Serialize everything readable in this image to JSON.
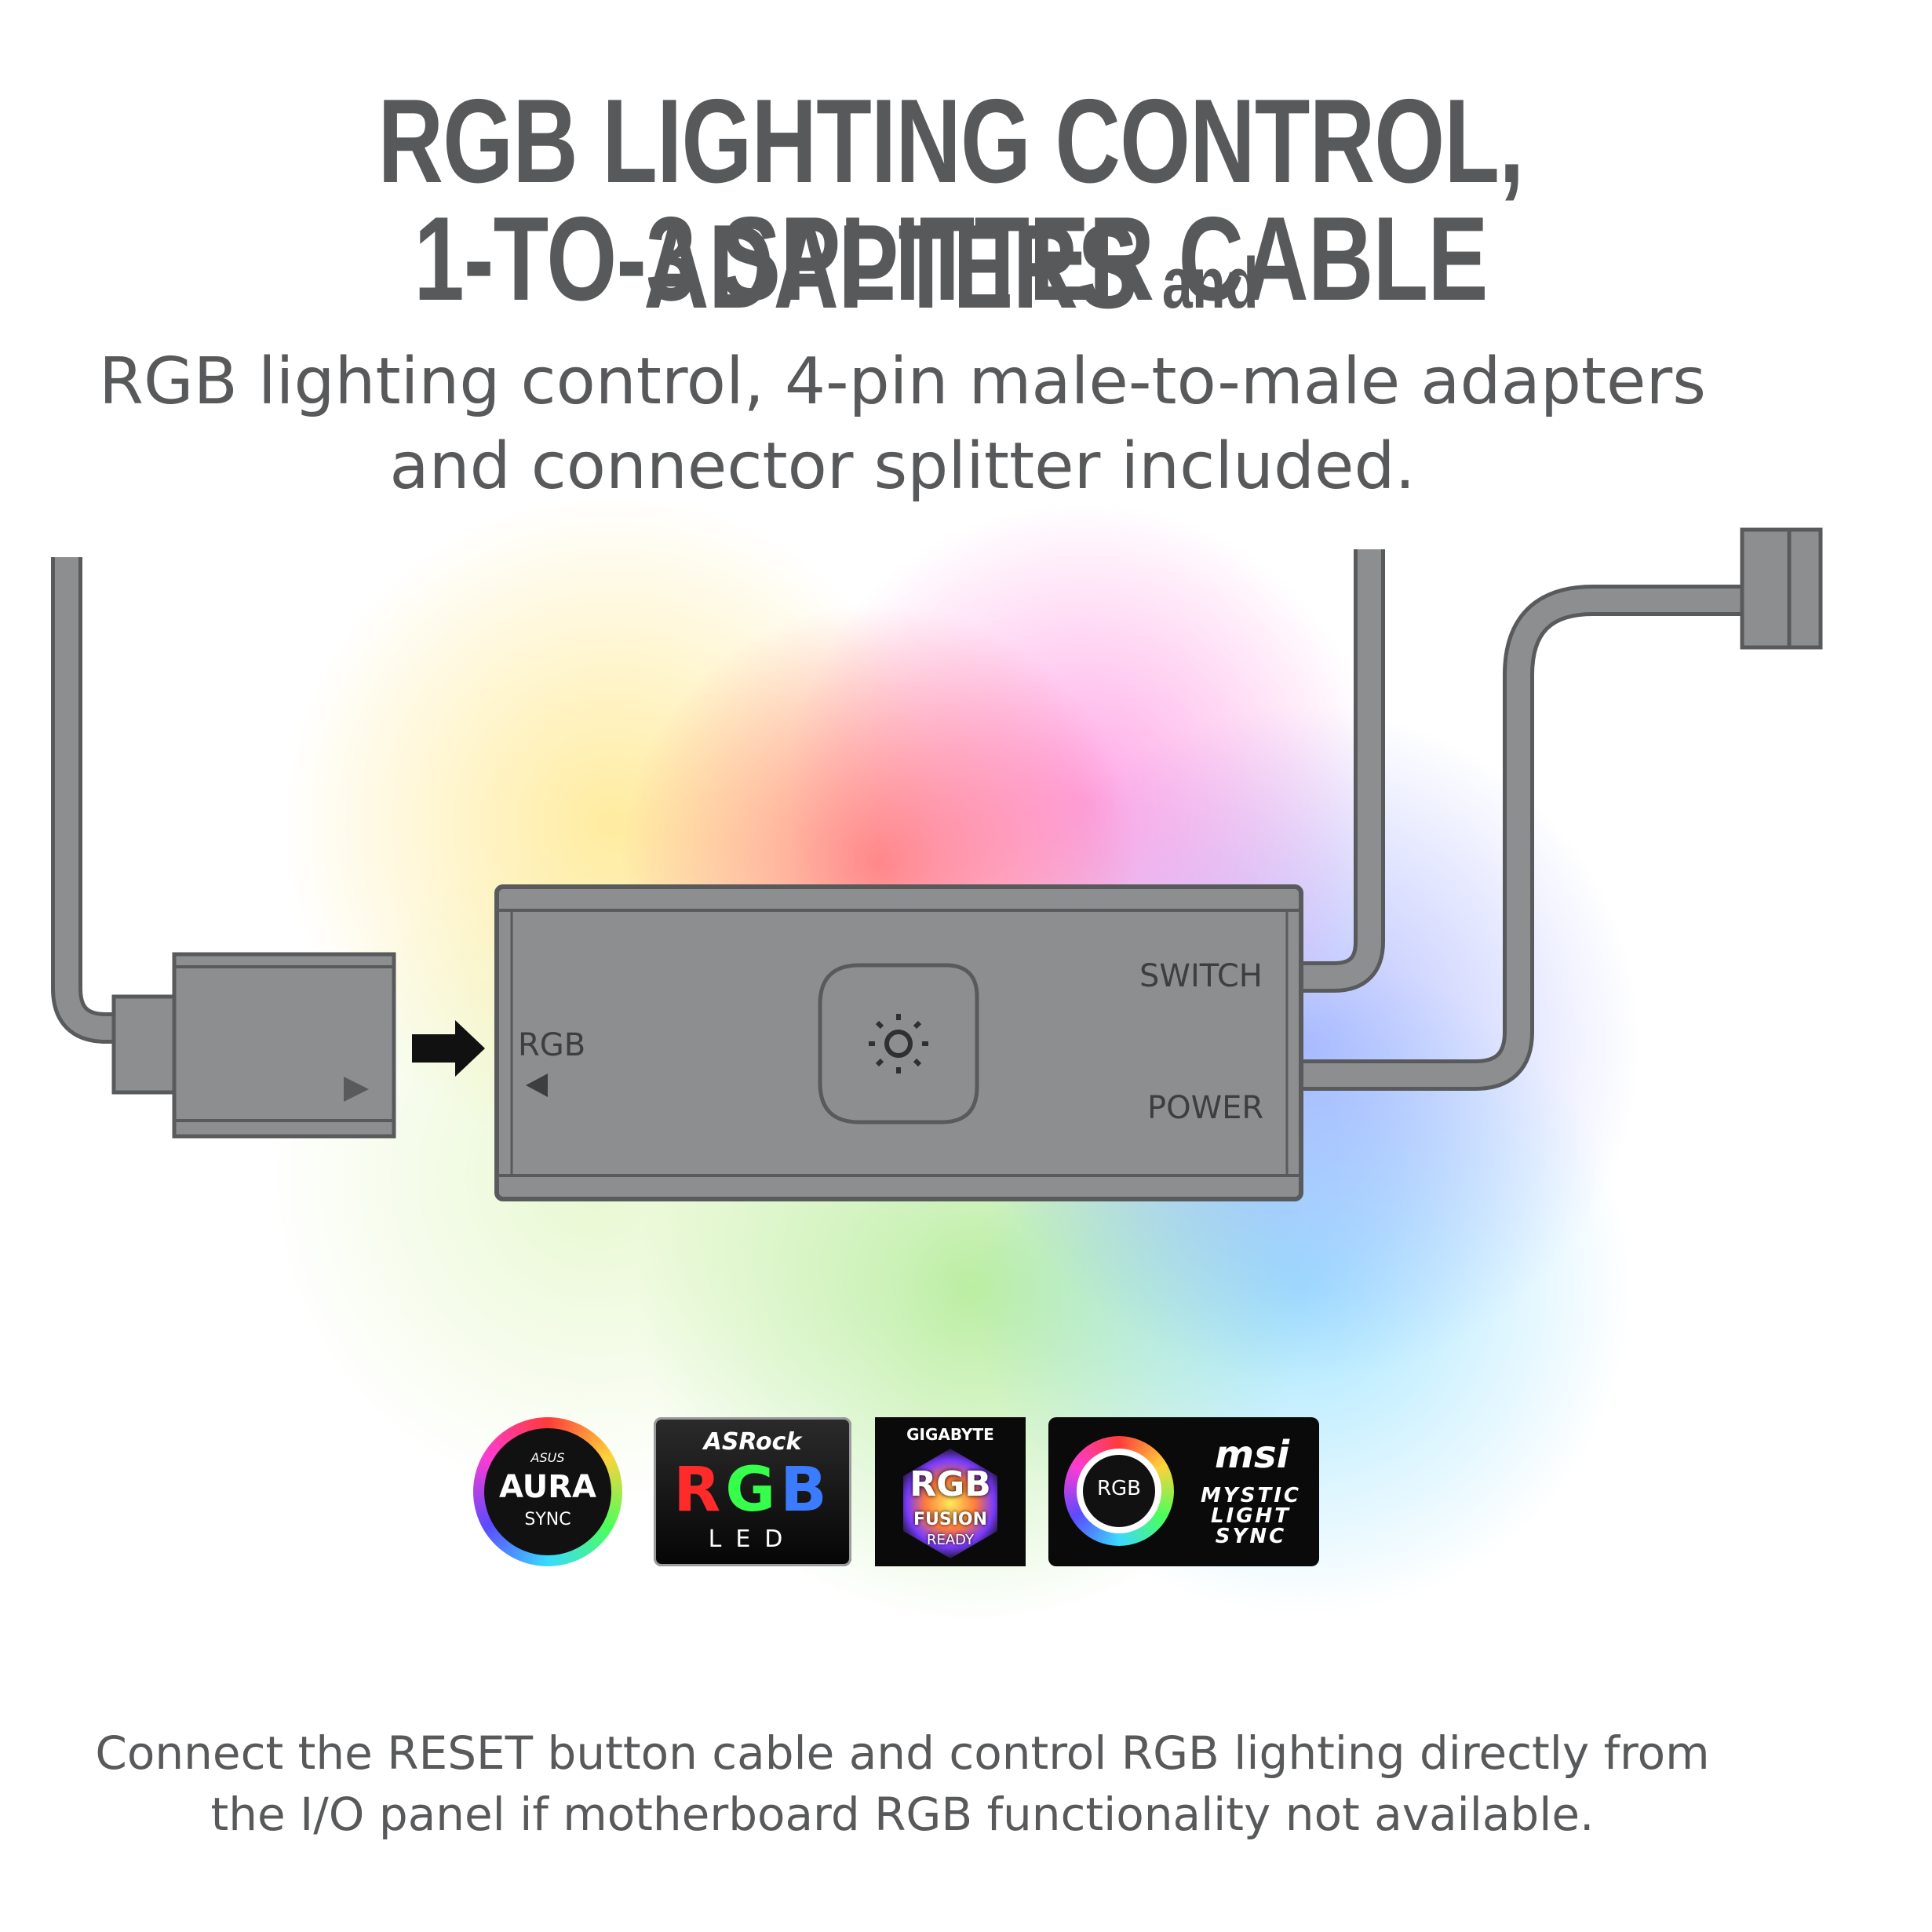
{
  "header": {
    "title_line1": "RGB LIGHTING CONTROL, ADAPTERS",
    "title_line1_small": "and",
    "title_line2": "1-TO-3 SPLITTER CABLE",
    "subtitle_line1": "RGB lighting control, 4-pin male-to-male adapters",
    "subtitle_line2": "and connector splitter included."
  },
  "diagram": {
    "rgb_label": "RGB",
    "switch_label": "SWITCH",
    "power_label": "POWER",
    "button_icon": "brightness-icon",
    "colors": {
      "device": "#8d8e8f",
      "outline": "#585a5c",
      "cable": "#8d8e8f"
    }
  },
  "logos": {
    "asus": {
      "brand": "ASUS",
      "line1": "AURA",
      "line2": "SYNC"
    },
    "asrock": {
      "brand": "ASRock",
      "rgb": "RGB",
      "led": "LED"
    },
    "gigabyte": {
      "brand": "GIGABYTE",
      "rgb": "RGB",
      "fusion": "FUSION",
      "ready": "READY"
    },
    "msi": {
      "brand": "msi",
      "rgb": "RGB",
      "line1": "MYSTIC",
      "line2": "LIGHT",
      "line3": "SYNC"
    }
  },
  "footer": {
    "line1": "Connect the RESET button cable and control RGB lighting directly from",
    "line2": "the I/O panel if motherboard RGB functionality not available."
  }
}
